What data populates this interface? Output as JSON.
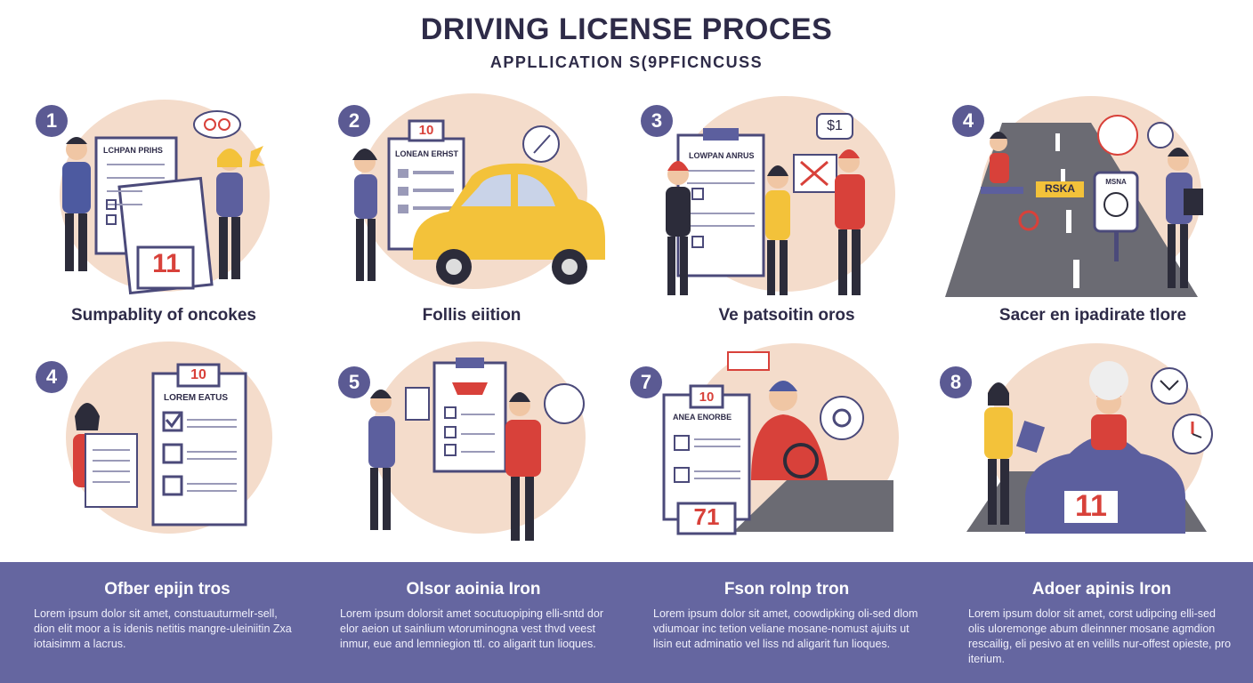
{
  "header": {
    "title": "DRIVING LICENSE PROCES",
    "subtitle": "APPLLICATION S(9PFICNCUSS"
  },
  "colors": {
    "navy": "#2e2b48",
    "badge": "#5b5a93",
    "footer": "#6566a0",
    "blob": "#f4dccb",
    "accent_red": "#d8413a",
    "accent_yellow": "#f5c23d"
  },
  "steps": [
    {
      "badge": "1",
      "caption": "Sumpablity of oncokes",
      "doc_title": "LCHPAN PRIHS",
      "doc_number": "",
      "tag_number": "11",
      "icon": "glasses-bubble-icon"
    },
    {
      "badge": "2",
      "caption": "Follis eiition",
      "doc_title": "LONEAN ERHST",
      "doc_number": "10",
      "tag_number": "",
      "icon": "pen-bubble-icon"
    },
    {
      "badge": "3",
      "caption": "Ve patsoitin oros",
      "doc_title": "LOWPAN ANRUS",
      "doc_number": "",
      "tag_number": "",
      "price": "$1",
      "icon": "map-board-icon"
    },
    {
      "badge": "4",
      "caption": "Sacer en ipadirate tlore",
      "doc_title": "",
      "doc_number": "",
      "road_sign": "RSKA",
      "sign_label": "MSNA",
      "icon": "clock-bubble-icon"
    },
    {
      "badge": "4",
      "caption": "",
      "doc_title": "LOREM EATUS",
      "doc_number": "10",
      "tag_number": "",
      "icon": "checklist-icon"
    },
    {
      "badge": "5",
      "caption": "",
      "doc_title": "",
      "doc_number": "",
      "tag_number": "",
      "icon": "brain-bubble-icon"
    },
    {
      "badge": "7",
      "caption": "",
      "doc_title": "ANEA ENORBE",
      "doc_number": "10",
      "tag_number": "71",
      "icon": "gear-bubble-icon"
    },
    {
      "badge": "8",
      "caption": "",
      "doc_title": "",
      "doc_number": "",
      "tag_number": "11",
      "icon": "mail-bubble-icon"
    }
  ],
  "footer": [
    {
      "heading": "Ofber epijn tros",
      "text": "Lorem ipsum dolor sit amet, constuauturmelr-sell, dion elit moor a is idenis netitis mangre-uleiniitin Zxa iotaisimm a lacrus."
    },
    {
      "heading": "Olsor aoinia Iron",
      "text": "Lorem ipsum dolorsit amet socutuopiping elli-sntd dor elor aeion ut sainlium wtoruminogna vest thvd veest inmur, eue and lemniegion ttl. co aligarit tun lioques."
    },
    {
      "heading": "Fson rolnp tron",
      "text": "Lorem ipsum dolor sit amet, coowdipking oli-sed dlom vdiumoar inc tetion veliane mosane-nomust ajuits ut lisin eut adminatio vel liss nd aligarit fun lioques."
    },
    {
      "heading": "Adoer apinis Iron",
      "text": "Lorem ipsum dolor sit amet, corst udipcing elli-sed olis uloremonge abum dleinnner mosane agmdion rescailig, eli pesivo at en velills nur-offest opieste, pro iterium."
    }
  ]
}
